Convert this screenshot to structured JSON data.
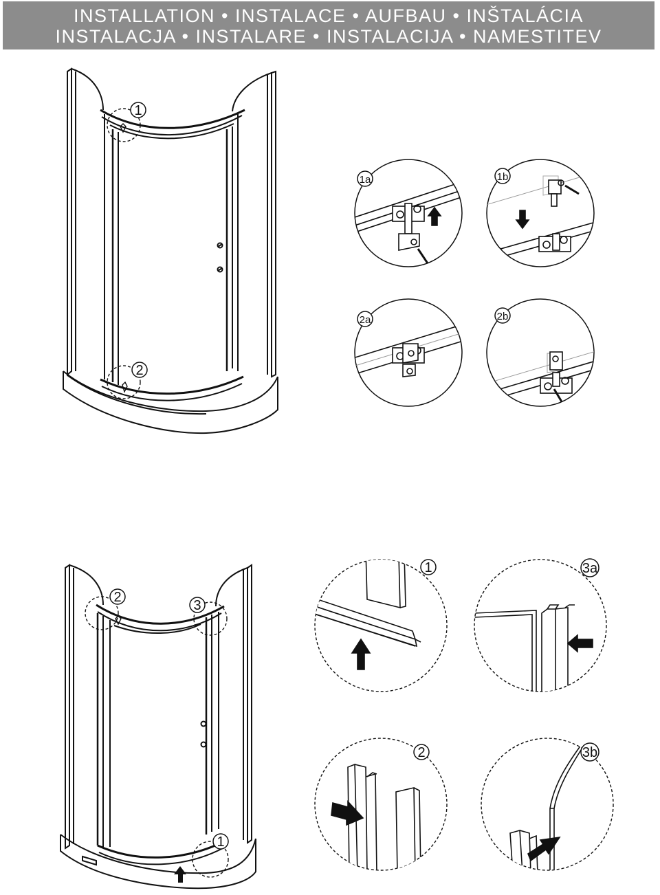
{
  "header": {
    "line1": "INSTALLATION • INSTALACE • AUFBAU • INŠTALÁCIA",
    "line2": "INSTALACJA • INSTALARE • INSTALACIJA • NAMESTITEV"
  },
  "top_section": {
    "callouts": [
      "1",
      "2"
    ],
    "details": [
      "1a",
      "1b",
      "2a",
      "2b"
    ]
  },
  "bottom_section": {
    "callouts": [
      "2",
      "3",
      "1"
    ],
    "details": [
      "1",
      "3a",
      "2",
      "3b"
    ]
  },
  "colors": {
    "header_bg": "#8c8c8c",
    "header_text": "#ffffff",
    "line": "#111111"
  }
}
